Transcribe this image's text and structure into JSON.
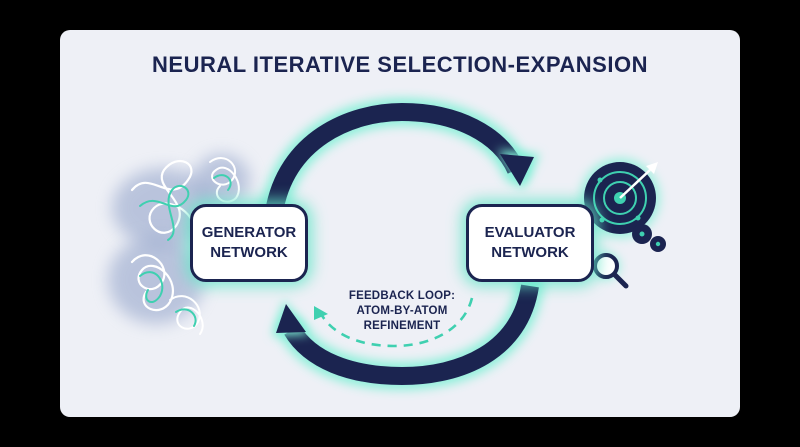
{
  "title": "NEURAL ITERATIVE SELECTION-EXPANSION",
  "nodes": {
    "generator": {
      "line1": "GENERATOR",
      "line2": "NETWORK"
    },
    "evaluator": {
      "line1": "EVALUATOR",
      "line2": "NETWORK"
    }
  },
  "feedback": {
    "line1": "FEEDBACK LOOP:",
    "line2": "ATOM-BY-ATOM",
    "line3": "REFINEMENT"
  },
  "icons": [
    "protein-cluster-icon",
    "target-icon",
    "magnifier-icon",
    "cycle-arrow-icon",
    "dashed-feedback-arrow-icon"
  ],
  "colors": {
    "navy": "#1b2450",
    "teal": "#3fd0b0",
    "glow": "#7ff0d6",
    "card": "#eef0f6"
  }
}
